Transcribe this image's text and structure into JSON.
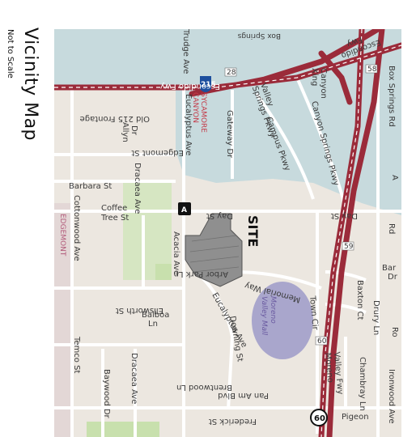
{
  "title": "Vicinity Map",
  "subtitle": "Not to Scale",
  "site_label": "SITE",
  "mall_label_1": "Moreno",
  "mall_label_2": "Valley Mall",
  "community_1": "EDGEMONT",
  "community_2a": "SYCAMORE",
  "community_2b": "CANYON",
  "marker_letter": "A",
  "shields": {
    "i215": "215",
    "sr60": "60",
    "shield_color": "#1d4f9e"
  },
  "colors": {
    "water": "#c7dadd",
    "land": "#ece7e0",
    "freeway": "#9b2b3a",
    "site": "#8f8f8f",
    "park": "#c8e0ad",
    "mall": "#a9a6cc"
  },
  "streets": {
    "eucalyptus_ave": "Eucalyptus Ave",
    "eucalyptus_ave_2": "Eucalyptus Ave",
    "dracaea_ave": "Dracaea Ave",
    "dracaea_ave_2": "Dracaea Ave",
    "cottonwood_ave": "Cottonwood Ave",
    "temco_st": "Temco St",
    "baywood_dr": "Baywood Dr",
    "gateway_dr": "Gateway Dr",
    "campus_pkwy": "Campus Pkwy",
    "canyon_springs_pkwy": "Canyon Springs Pkwy",
    "canyon_xing_1": "Canyon",
    "canyon_xing_2": "Xing",
    "valley_springs_1": "Valley",
    "valley_springs_2": "Springs Pkwy",
    "box_springs_rd": "Box Springs Rd",
    "box_springs_top": "Box Springs",
    "escondido_fwy": "Escondido Fwy",
    "escondido_fwy_2": "Escondido",
    "escondido_fwy_3": "Fwy",
    "old_215": "Old 215 Frontage",
    "trudge_ave": "Trudge Ave",
    "allyn_dr_1": "Allyn",
    "allyn_dr_2": "Dr",
    "edgemont_st": "Edgemont St",
    "barbara_st": "Barbara St",
    "coffee_tree_1": "Coffee",
    "coffee_tree_2": "Tree St",
    "day_st": "Day St",
    "day_st_2": "Day St",
    "acacia_ave": "Acacia Ave",
    "arbor_park_ln": "Arbor Park Ln",
    "memorial_way": "Memorial Way",
    "downing_st": "Downing St",
    "ellsworth_st": "Ellsworth St",
    "balboa_1": "Balboa",
    "balboa_2": "Ln",
    "brentwood_ln": "Brentwood Ln",
    "pan_am_blvd": "Pan Am Blvd",
    "frederick_st": "Frederick St",
    "pigeon_pass": "Pigeon",
    "town_cir": "Town Cir",
    "moreno_valley_1": "Moreno",
    "moreno_valley_2": "Valley Fwy",
    "baxton_ct": "Baxton Ct",
    "drury_ln": "Drury Ln",
    "bar_label_1": "Bar",
    "bar_label_2": "Dr",
    "chambray_ln": "Chambray Ln",
    "ironwood_ave": "Ironwood Ave",
    "rd_label": "Rd",
    "ro_label": "Ro",
    "a_label": "A",
    "exit_28": "28",
    "exit_58": "58",
    "exit_59": "59",
    "exit_60": "60"
  }
}
